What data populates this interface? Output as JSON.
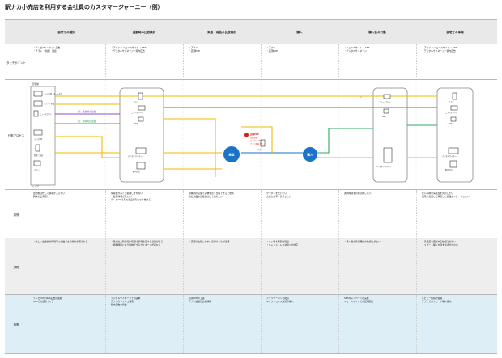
{
  "title": "駅ナカ小売店を利用する会社員のカスタマージャーニー（例）",
  "stages": [
    "自宅での認知",
    "通勤時の比較検討",
    "来店・商品の比較検討",
    "購入",
    "購入後の行動",
    "自宅での体験"
  ],
  "rows": [
    {
      "label": "タッチポイント",
      "cells": [
        "・テレビCM ・ネット広告\n・チラシ ・新聞、雑誌",
        "・アプリ ・ニュースサイト ・SNS\n・デジタルサイネージ・駅内広告",
        "・アプリ\n・店頭POP",
        "・アプリ\n・店頭POP",
        "・ニュースサイト ・SNS\n・デジタルサイネージ",
        "・アプリ ・ニュースサイト ・SNS\n・デジタルサイネージ・駅内広告"
      ]
    },
    {
      "label": "行動プロセス",
      "cells": [
        "",
        "",
        "",
        "",
        "",
        ""
      ]
    },
    {
      "label": "感情",
      "cells": [
        "出勤前は忙しく情報が入らない\n興味の出発点？",
        "情報量が多くて処理しきれない\n（最新情報が欲しい）\nテレビCMで見た商品が気になり始める",
        "駅構内の店舗で実物を見て比較できると便利\n他社商品も比較検討して決めたい",
        "クーポンを使いたい\n支払を素早く済ませたい",
        "通勤時間を有効活用したい",
        "使い心地の満足度を共有したい\n自宅で使用して満足した商品をリピートしたい"
      ]
    },
    {
      "label": "課題",
      "cells": [
        "・忙しい出勤前の時間帯に接触できる媒体が限られる",
        "・乗り換え時の短い時間で情報を届ける必要がある\n・通勤経路により接触できるサイネージが異なる",
        "・店頭で比較しやすい売場づくりが必要",
        "・レジ待ち時間の短縮\n・キャッシュレス決済への対応",
        "・購入後の情報発信の仕組みがない",
        "・満足度を把握する仕組みがない\n・リピート購入を促す接点が少ない"
      ]
    },
    {
      "label": "施策",
      "cells": [
        "テレビCMとWeb広告の連動\nSNSでの話題づくり",
        "デジタルサイネージでの訴求\nアプリのプッシュ通知\n駅内広告の掲出",
        "店頭POPの工夫\nアプリ連動の比較情報",
        "アプリクーポンの配信\nキャッシュレス決済の導入",
        "SNSキャンペーンの実施\nニュースサイトでの記事配信",
        "レビュー投稿の促進\nアプリでのリピート購入案内"
      ]
    }
  ],
  "journey": {
    "home_label": "自宅前",
    "store_label": "ストア",
    "home_devices": [
      "テレビCM、ネット広告",
      "チラシ・新聞",
      "ニュースサイト",
      "テレビCM",
      "新聞・雑誌",
      "チラシ"
    ],
    "commute_devices": [
      "アプリ",
      "ニュースサイト",
      "SNS",
      "デジタルサイネージ",
      "駅内広告"
    ],
    "instore_devices": [
      "アプリ"
    ],
    "after_devices": [
      "ニュースサイト",
      "SNS",
      "デジタルサイネージ"
    ],
    "final_devices": [
      "アプリ",
      "ニュースサイト",
      "SNS",
      "デジタルサイネージ",
      "駅内広告"
    ],
    "arrow_labels": [
      "朝：出勤前の接触",
      "朝：通勤時の接触"
    ],
    "store_visit": "来店",
    "purchase": "購入",
    "popup_title": "店頭POP",
    "popup_lines": [
      "比較情報",
      "クーポン 10%",
      "アプリ特典 5%"
    ]
  },
  "colors": {
    "orange": "#f5b800",
    "purple": "#8a4fc8",
    "green": "#2fa866",
    "blue": "#1a73c8",
    "red": "#d91e18"
  }
}
